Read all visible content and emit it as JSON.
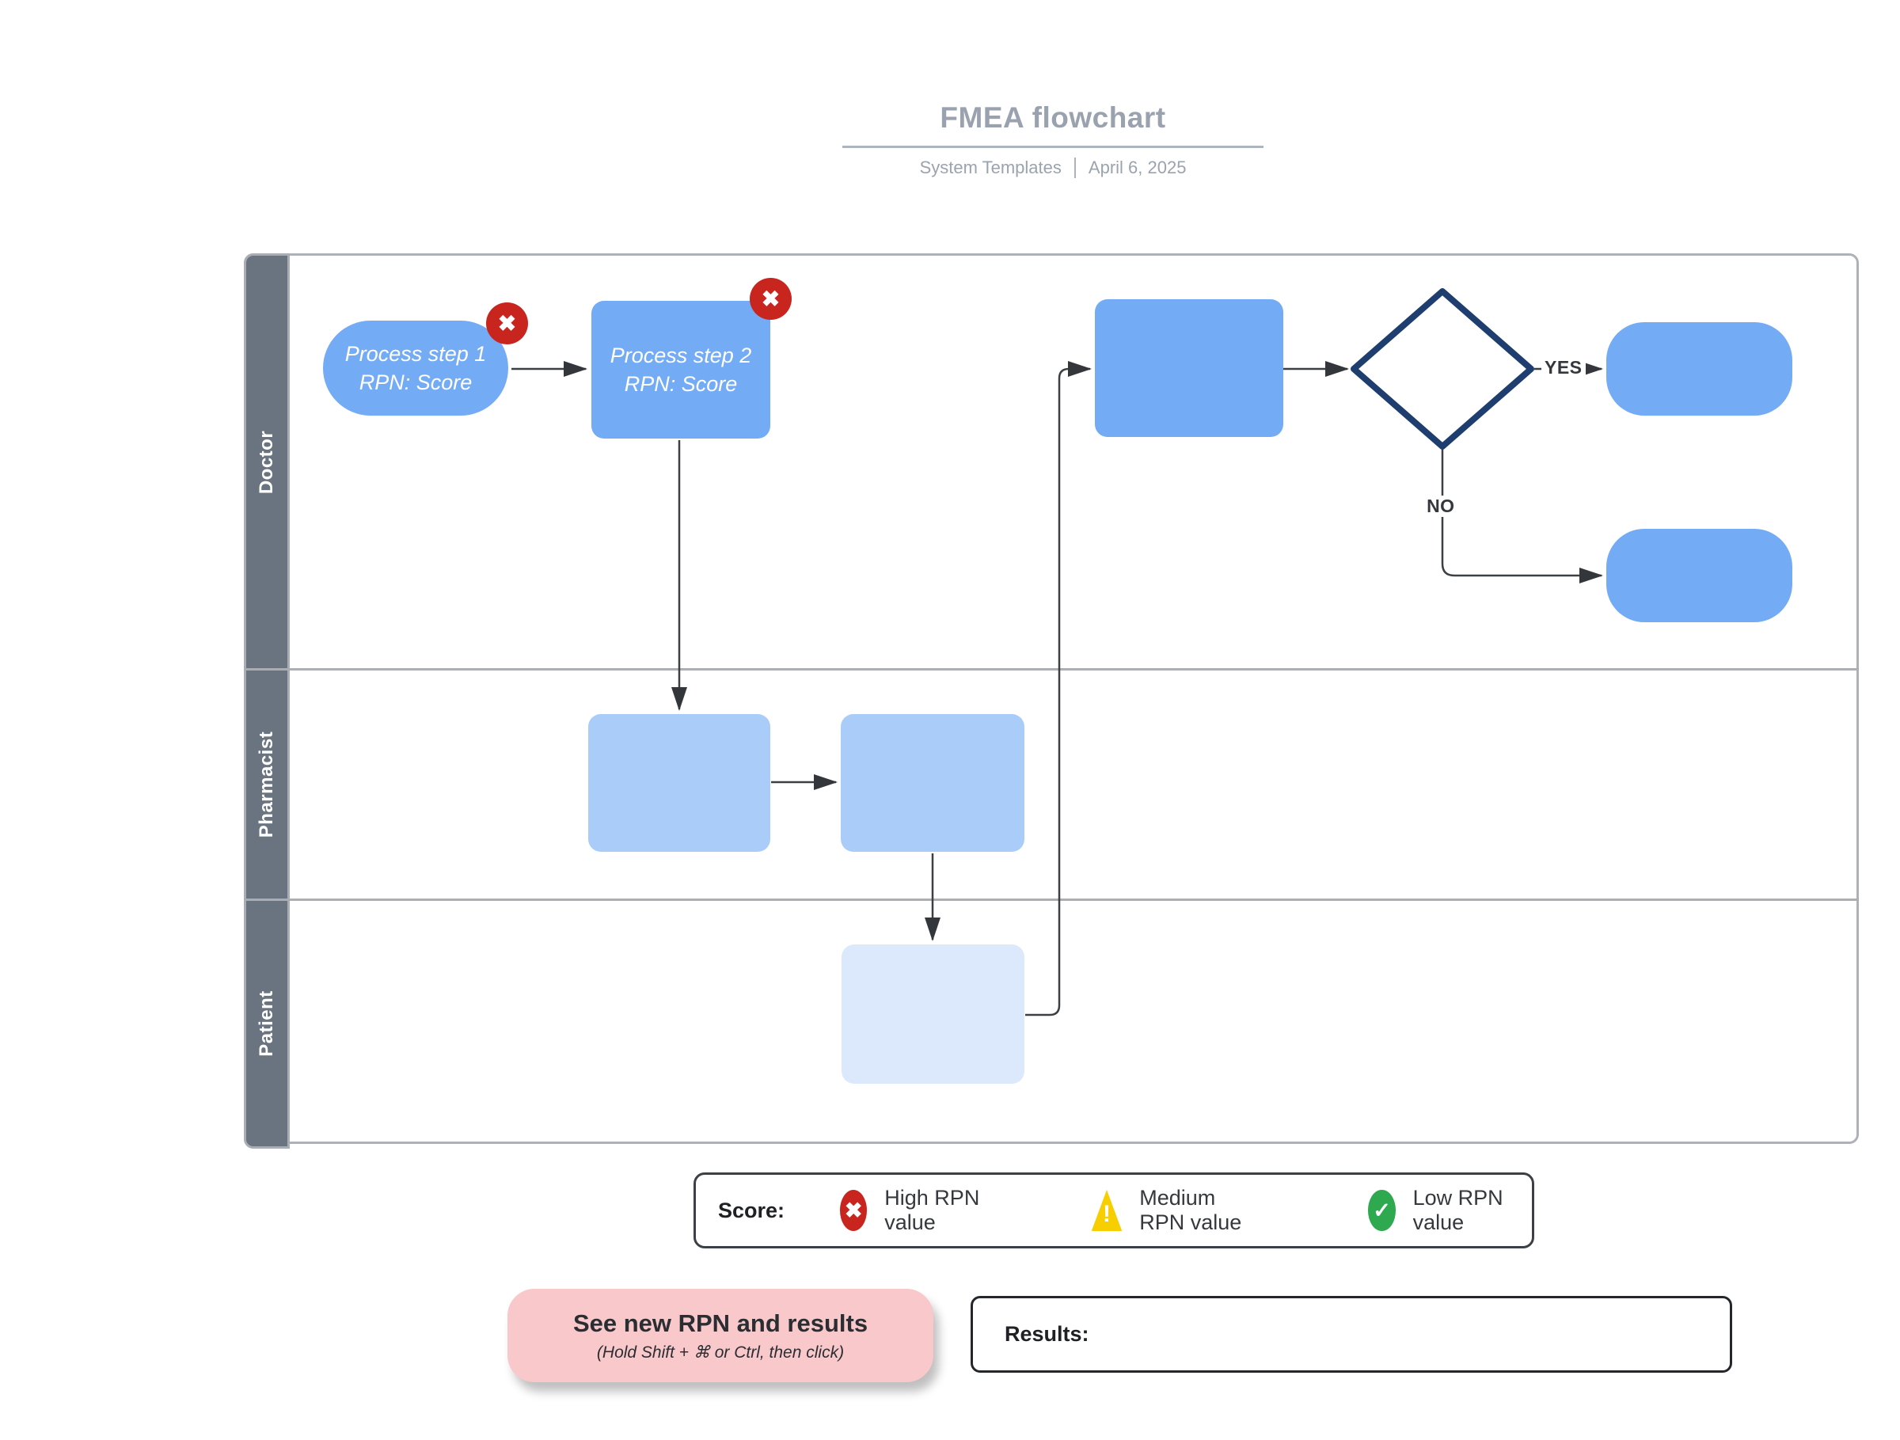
{
  "header": {
    "title": "FMEA flowchart",
    "subtitle_left": "System Templates",
    "subtitle_right": "April 6, 2025"
  },
  "lanes": [
    {
      "label": "Doctor"
    },
    {
      "label": "Pharmacist"
    },
    {
      "label": "Patient"
    }
  ],
  "nodes": {
    "step1": {
      "line1": "Process step 1",
      "line2": "RPN: Score"
    },
    "step2": {
      "line1": "Process step 2",
      "line2": "RPN: Score"
    }
  },
  "badges": {
    "high_rpn_glyph": "✖"
  },
  "wire_labels": {
    "yes": "YES",
    "no": "NO"
  },
  "legend": {
    "title": "Score:",
    "items": [
      {
        "icon": "x-circle",
        "glyph": "✖",
        "label": "High RPN value"
      },
      {
        "icon": "warning-triangle",
        "glyph": "!",
        "label": "Medium RPN value"
      },
      {
        "icon": "check-circle",
        "glyph": "✓",
        "label": "Low RPN value"
      }
    ]
  },
  "actions": {
    "button_title": "See new RPN and results",
    "button_subtitle": "(Hold Shift + ⌘ or Ctrl, then click)"
  },
  "results": {
    "label": "Results:"
  },
  "colors": {
    "doctor_shape": "#74ABF5",
    "pharmacist_shape": "#A9CDF8",
    "patient_shape": "#DCE9FC",
    "lane_header": "#6A7380",
    "badge_red": "#C9251F",
    "warning_yellow": "#F7CE00",
    "success_green": "#2FA94F",
    "diamond_border": "#1E3E6F",
    "button_pink": "#F9C8CA",
    "title_gray": "#99A2AE",
    "connector": "#3C4043"
  }
}
